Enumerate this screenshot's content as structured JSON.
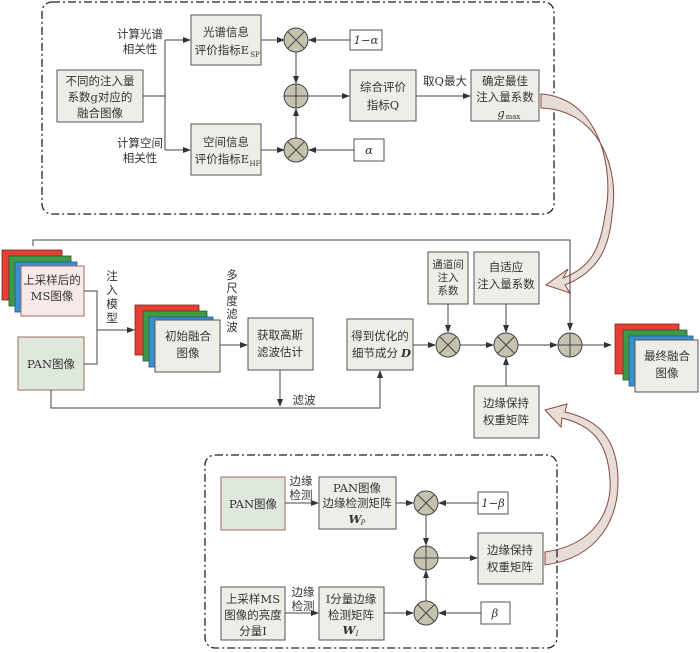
{
  "top_panel": {
    "input_box": [
      "不同的注入量",
      "系数g对应的",
      "融合图像"
    ],
    "branch_spectral": [
      "计算光谱",
      "相关性"
    ],
    "branch_spatial": [
      "计算空间",
      "相关性"
    ],
    "spectral_index": [
      "光谱信息",
      "评价指标E",
      "SP"
    ],
    "spatial_index": [
      "空间信息",
      "评价指标E",
      "HF"
    ],
    "weight_top": "1−α",
    "weight_bottom": "α",
    "combined_index": [
      "综合评价",
      "指标Q"
    ],
    "take_max": "取Q最大",
    "best_gain": [
      "确定最佳",
      "注入量系数",
      "g",
      "max"
    ]
  },
  "middle_panel": {
    "ms_image": [
      "上采样后的",
      "MS图像"
    ],
    "pan_image": "PAN图像",
    "injection_model": [
      "注",
      "入",
      "模",
      "型"
    ],
    "initial_fusion": [
      "初始融合",
      "图像"
    ],
    "multiscale": [
      "多",
      "尺",
      "度",
      "滤",
      "波"
    ],
    "gaussian_estimate": [
      "获取高斯",
      "滤波估计"
    ],
    "filter_label": "滤波",
    "detail_component": [
      "得到优化的",
      "细节成分",
      "D"
    ],
    "interchannel_coef": [
      "通道间",
      "注入",
      "系数"
    ],
    "adaptive_coef": [
      "自适应",
      "注入量系数"
    ],
    "edge_weight": [
      "边缘保持",
      "权重矩阵"
    ],
    "final_fusion": [
      "最终融合",
      "图像"
    ]
  },
  "bottom_panel": {
    "pan_image": "PAN图像",
    "edge_detect_1": [
      "边缘",
      "检测"
    ],
    "pan_edge_matrix": [
      "PAN图像",
      "边缘检测矩阵",
      "W",
      "P"
    ],
    "weight_top": "1−β",
    "ms_intensity": [
      "上采样MS",
      "图像的亮度",
      "分量I"
    ],
    "edge_detect_2": [
      "边缘",
      "检测"
    ],
    "i_edge_matrix": [
      "I分量边缘",
      "检测矩阵",
      "W",
      "I"
    ],
    "weight_bottom": "β",
    "edge_weight": [
      "边缘保持",
      "权重矩阵"
    ]
  },
  "colors": {
    "box_fill": "#efede7",
    "operator_fill": "#c5c3b0",
    "ms_fill": "#f7e9e9",
    "pan_fill": "#dfe8dc",
    "red_band": "#e53e33",
    "green_band": "#3d9a47",
    "blue_band": "#3b8fd0",
    "arrow_curve": "#8a4a3e"
  }
}
